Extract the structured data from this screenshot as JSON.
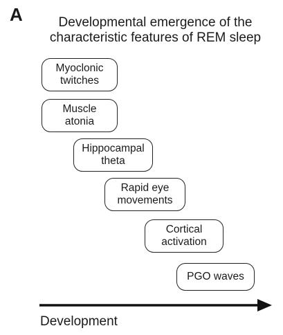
{
  "panel": {
    "label": "A",
    "title_line1": "Developmental emergence of the",
    "title_line2": "characteristic features of REM sleep"
  },
  "features": [
    {
      "line1": "Myoclonic",
      "line2": "twitches"
    },
    {
      "line1": "Muscle",
      "line2": "atonia"
    },
    {
      "line1": "Hippocampal",
      "line2": "theta"
    },
    {
      "line1": "Rapid eye",
      "line2": "movements"
    },
    {
      "line1": "Cortical",
      "line2": "activation"
    },
    {
      "line1": "PGO waves",
      "line2": ""
    }
  ],
  "axis": {
    "label": "Development"
  }
}
